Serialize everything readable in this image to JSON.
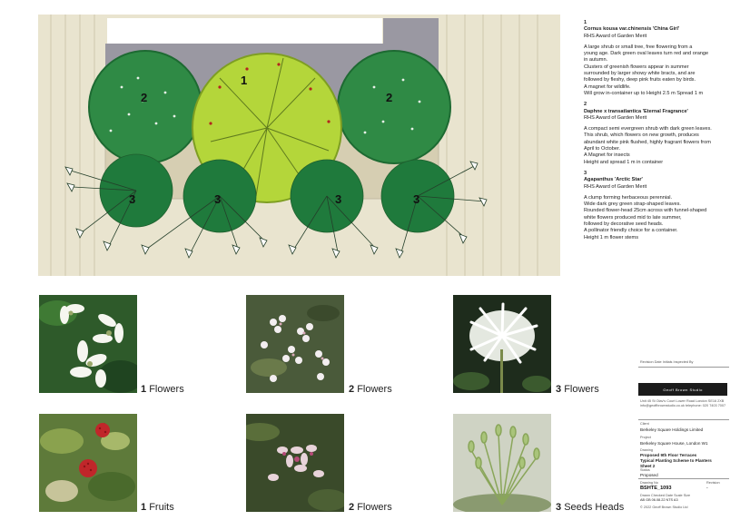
{
  "plants": [
    {
      "number": "1",
      "name": "Cornus kousa var.chinensis 'China Girl'",
      "award": "RHS Award of Garden Merit",
      "description": [
        "A large shrub or small tree, free flowering from a",
        "young age. Dark green oval leaves turn red and orange",
        "in autumn.",
        "Clusters of greenish flowers appear in summer",
        "surrounded by larger showy white bracts, and are",
        "followed by fleshy, deep pink fruits eaten by birds.",
        "A magnet for wildlife.",
        "Will grow in-container up to Height 2.5 m Spread 1 m"
      ]
    },
    {
      "number": "2",
      "name": "Daphne x transatlantica 'Eternal Fragrance'",
      "award": "RHS Award of Garden Merit",
      "description": [
        "A compact semi evergreen shrub with dark green leaves.",
        "This shrub, which flowers on new growth, produces",
        "abundant white pink flushed, highly fragrant flowers from",
        "April to October.",
        "A Magnet for insects",
        "Height and spread 1 m in container"
      ]
    },
    {
      "number": "3",
      "name": "Agapanthus 'Arctic Star'",
      "award": "RHS Award of Garden Merit",
      "description": [
        "A clump forming herbaceous perennial.",
        "Wide dark grey green strap-shaped leaves.",
        "Rounded flower-head 25cm across with funnel-shaped",
        "white flowers produced mid to late summer,",
        "followed by decorative seed heads.",
        "A pollinator friendly choice for a container.",
        "Height 1 m flower stems"
      ]
    }
  ],
  "plan_labels": [
    "1",
    "2",
    "2",
    "3",
    "3",
    "3",
    "3"
  ],
  "photos": [
    {
      "num": "1",
      "label": "Flowers"
    },
    {
      "num": "2",
      "label": "Flowers"
    },
    {
      "num": "3",
      "label": "Flowers"
    },
    {
      "num": "1",
      "label": "Fruits"
    },
    {
      "num": "2",
      "label": "Flowers"
    },
    {
      "num": "3",
      "label": "Seeds Heads"
    }
  ],
  "title_block": {
    "revision_header": "Revision  Date                          Initials                          Inspected By",
    "studio": "Geoff Brown Studio",
    "address": "Unit 45   St Olav's Court   Lower Road   London   SE16 2XB",
    "contact": "info@geoffbrownstudio.co.uk  telephone: 020 7403 7007",
    "client_label": "Client",
    "client": "Berkeley Square Holdings Limited",
    "project_label": "Project",
    "project": "Berkeley Square House, London W1",
    "drawing_label": "Drawing",
    "drawing_1": "Proposed 9th Floor Terraces",
    "drawing_2": "Typical Planting Scheme to Planters",
    "drawing_3": "Sheet 2",
    "status_label": "Status",
    "status": "Proposed",
    "drawing_no_label": "Drawing No",
    "revision_label": "Revision",
    "drawing_no": "BSHTE_1093",
    "revision": "-",
    "row_labels": "Drawn       Checked       Date          Scale        Size",
    "row_values": "AB           GB              06.08.22      NTS          A3",
    "copyright": "© 2022 Geoff Brown Studio Ltd"
  },
  "colors": {
    "paper": "#e9e4cf",
    "slab": "#9a98a2",
    "daphne": "#2f8a45",
    "cornus": "#b4d63a",
    "agapanthus": "#1f7a3c"
  }
}
